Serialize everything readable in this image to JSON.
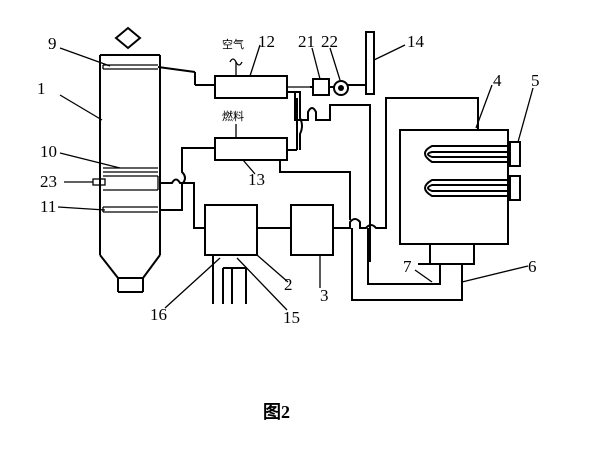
{
  "figure": {
    "caption": "图2",
    "labels": {
      "n1": "1",
      "n2": "2",
      "n3": "3",
      "n4": "4",
      "n5": "5",
      "n6": "6",
      "n7": "7",
      "n9": "9",
      "n10": "10",
      "n11": "11",
      "n12": "12",
      "n13": "13",
      "n14": "14",
      "n15": "15",
      "n16": "16",
      "n21": "21",
      "n22": "22",
      "n23": "23"
    },
    "text": {
      "air": "空气",
      "fuel": "燃料"
    }
  }
}
